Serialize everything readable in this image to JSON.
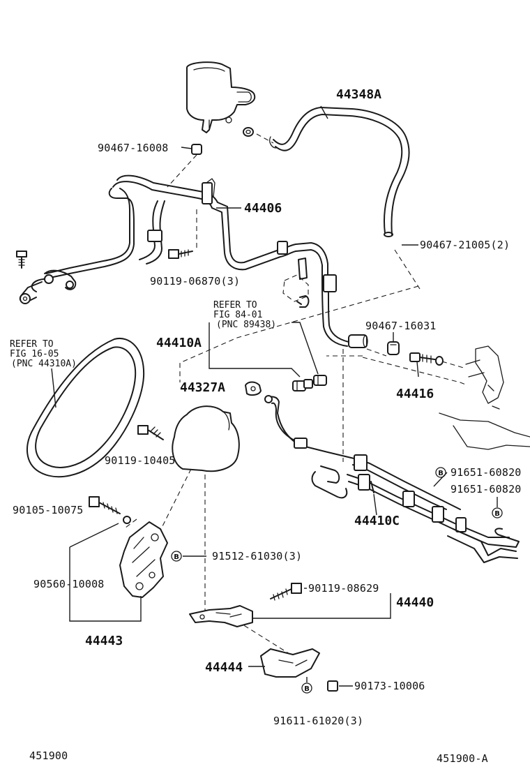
{
  "labels": {
    "hose_44348A": "44348A",
    "clip_90467_16008": "90467-16008",
    "tube_44406": "44406",
    "clip_90467_21005": "90467-21005(2)",
    "bolt_90119_06870": "90119-06870(3)",
    "ref_fig8401_line1": "REFER TO",
    "ref_fig8401_line2": "FIG 84-01",
    "ref_fig8401_line3": "(PNC 89438)",
    "clip_90467_16031": "90467-16031",
    "hose_44410A": "44410A",
    "ref_fig1605_line1": "REFER TO",
    "ref_fig1605_line2": "FIG 16-05",
    "ref_fig1605_line3": "(PNC 44310A)",
    "gasket_44327A": "44327A",
    "union_44416": "44416",
    "bolt_90119_10405": "90119-10405",
    "bolt_91651_60820_a": "91651-60820",
    "bolt_91651_60820_b": "91651-60820",
    "bolt_90105_10075": "90105-10075",
    "tube_44410C": "44410C",
    "bolt_91512_61030": "91512-61030(3)",
    "nut_90560_10008": "90560-10008",
    "bolt_90119_08629": "90119-08629",
    "bracket_44440": "44440",
    "bracket_44443": "44443",
    "bracket_44444": "44444",
    "nut_90173_10006": "90173-10006",
    "bolt_91611_61020": "91611-61020(3)",
    "footer_left": "451900",
    "footer_right": "451900-A"
  },
  "markers": {
    "b_symbol": "B"
  }
}
